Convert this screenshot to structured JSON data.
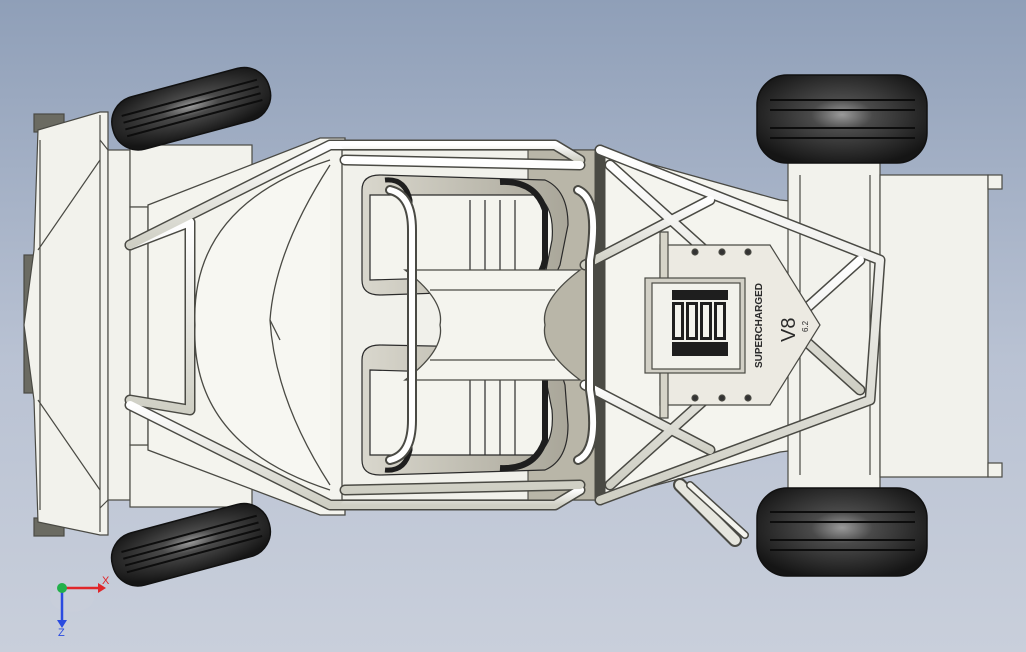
{
  "model": {
    "decals": {
      "supercharged": "SUPERCHARGED",
      "engine_badge": "V8",
      "displacement": "6.2"
    }
  },
  "triad": {
    "x_label": "X",
    "z_label": "Z",
    "colors": {
      "x": "#e0262a",
      "y": "#22b04a",
      "z": "#2a4be0"
    }
  },
  "colors": {
    "background_top": "#8f9fb8",
    "background_bottom": "#c9cfdb",
    "body": "#f2f2ec",
    "outline": "#4a4a44",
    "tire": "#1e1e1e",
    "seat_panel": "#b9b6a8"
  }
}
